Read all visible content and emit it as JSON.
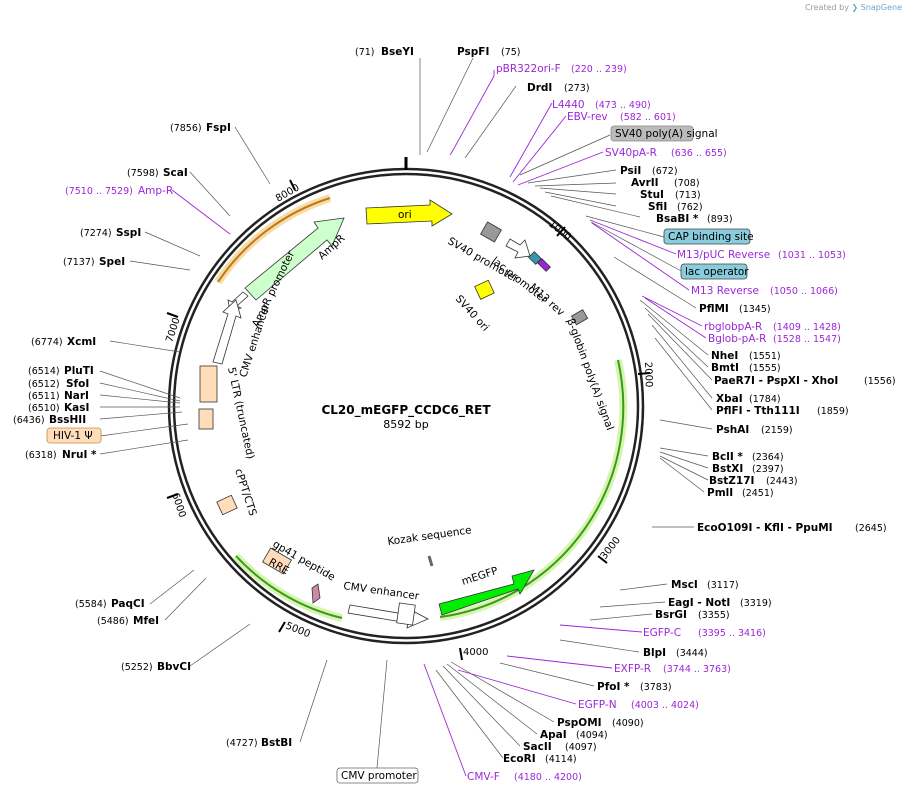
{
  "credit": {
    "prefix": "Created by",
    "brand": "SnapGene"
  },
  "plasmid": {
    "name": "CL20_mEGFP_CCDC6_RET",
    "size": "8592 bp"
  },
  "ticks": [
    "1000",
    "2000",
    "3000",
    "4000",
    "5000",
    "6000",
    "7000",
    "8000"
  ],
  "sites": [
    {
      "name": "BseYI",
      "pos": "(71)"
    },
    {
      "name": "PspFI",
      "pos": "(75)"
    },
    {
      "name": "DrdI",
      "pos": "(273)"
    },
    {
      "name": "PsiI",
      "pos": "(672)"
    },
    {
      "name": "AvrII",
      "pos": "(708)"
    },
    {
      "name": "StuI",
      "pos": "(713)"
    },
    {
      "name": "SfiI",
      "pos": "(762)"
    },
    {
      "name": "BsaBI *",
      "pos": "(893)"
    },
    {
      "name": "PflMI",
      "pos": "(1345)"
    },
    {
      "name": "NheI",
      "pos": "(1551)"
    },
    {
      "name": "BmtI",
      "pos": "(1555)"
    },
    {
      "name": "PaeR7I - PspXI - XhoI",
      "pos": "(1556)"
    },
    {
      "name": "XbaI",
      "pos": "(1784)"
    },
    {
      "name": "PflFI - Tth111I",
      "pos": "(1859)"
    },
    {
      "name": "PshAI",
      "pos": "(2159)"
    },
    {
      "name": "BclI *",
      "pos": "(2364)"
    },
    {
      "name": "BstXI",
      "pos": "(2397)"
    },
    {
      "name": "BstZ17I",
      "pos": "(2443)"
    },
    {
      "name": "PmlI",
      "pos": "(2451)"
    },
    {
      "name": "EcoO109I - KflI - PpuMI",
      "pos": "(2645)"
    },
    {
      "name": "MscI",
      "pos": "(3117)"
    },
    {
      "name": "EagI - NotI",
      "pos": "(3319)"
    },
    {
      "name": "BsrGI",
      "pos": "(3355)"
    },
    {
      "name": "BlpI",
      "pos": "(3444)"
    },
    {
      "name": "PfoI *",
      "pos": "(3783)"
    },
    {
      "name": "PspOMI",
      "pos": "(4090)"
    },
    {
      "name": "ApaI",
      "pos": "(4094)"
    },
    {
      "name": "SacII",
      "pos": "(4097)"
    },
    {
      "name": "EcoRI",
      "pos": "(4114)"
    },
    {
      "name": "BstBI",
      "pos": "(4727)"
    },
    {
      "name": "BbvCI",
      "pos": "(5252)"
    },
    {
      "name": "MfeI",
      "pos": "(5486)"
    },
    {
      "name": "PaqCI",
      "pos": "(5584)"
    },
    {
      "name": "NruI *",
      "pos": "(6318)"
    },
    {
      "name": "BssHII",
      "pos": "(6436)"
    },
    {
      "name": "KasI",
      "pos": "(6510)"
    },
    {
      "name": "NarI",
      "pos": "(6511)"
    },
    {
      "name": "SfoI",
      "pos": "(6512)"
    },
    {
      "name": "PluTI",
      "pos": "(6514)"
    },
    {
      "name": "XcmI",
      "pos": "(6774)"
    },
    {
      "name": "SpeI",
      "pos": "(7137)"
    },
    {
      "name": "SspI",
      "pos": "(7274)"
    },
    {
      "name": "ScaI",
      "pos": "(7598)"
    },
    {
      "name": "FspI",
      "pos": "(7856)"
    }
  ],
  "primers": [
    {
      "name": "pBR322ori-F",
      "pos": "(220 .. 239)"
    },
    {
      "name": "L4440",
      "pos": "(473 .. 490)"
    },
    {
      "name": "EBV-rev",
      "pos": "(582 .. 601)"
    },
    {
      "name": "SV40pA-R",
      "pos": "(636 .. 655)"
    },
    {
      "name": "M13/pUC Reverse",
      "pos": "(1031 .. 1053)"
    },
    {
      "name": "M13 Reverse",
      "pos": "(1050 .. 1066)"
    },
    {
      "name": "rbglobpA-R",
      "pos": "(1409 .. 1428)"
    },
    {
      "name": "Bglob-pA-R",
      "pos": "(1528 .. 1547)"
    },
    {
      "name": "EGFP-C",
      "pos": "(3395 .. 3416)"
    },
    {
      "name": "EXFP-R",
      "pos": "(3744 .. 3763)"
    },
    {
      "name": "EGFP-N",
      "pos": "(4003 .. 4024)"
    },
    {
      "name": "CMV-F",
      "pos": "(4180 .. 4200)"
    },
    {
      "name": "Amp-R",
      "pos": "(7510 .. 7529)"
    }
  ],
  "boxed": [
    "SV40 poly(A) signal",
    "CAP binding site",
    "lac operator",
    "HIV-1 Ψ",
    "CMV promoter"
  ],
  "features": {
    "ori": "ori",
    "sv40_promoter": "SV40 promoter",
    "lac_promoter": "lac promoter",
    "m13_rev": "M13 rev",
    "sv40_ori": "SV40 ori",
    "bglobin": "β-globin poly(A) signal",
    "ampr": "AmpR",
    "ampr_promoter": "AmpR promoter",
    "cmv_enhancer_top": "CMV enhancer",
    "ltr": "5' LTR (truncated)",
    "cppt": "cPPT/CTS",
    "gp41": "gp41 peptide",
    "rre": "RRE",
    "cmv_enhancer_bottom": "CMV enhancer",
    "kozak": "Kozak sequence",
    "megfp": "mEGFP"
  },
  "colors": {
    "primer": "#9b27d6",
    "ori": "#ffff00",
    "ampr": "#ccffcc",
    "megfp": "#00ee00",
    "ltr": "#ffddbb",
    "sv40_gray": "#999999",
    "cap_box": "#88ccdd",
    "ring": "#222222"
  }
}
